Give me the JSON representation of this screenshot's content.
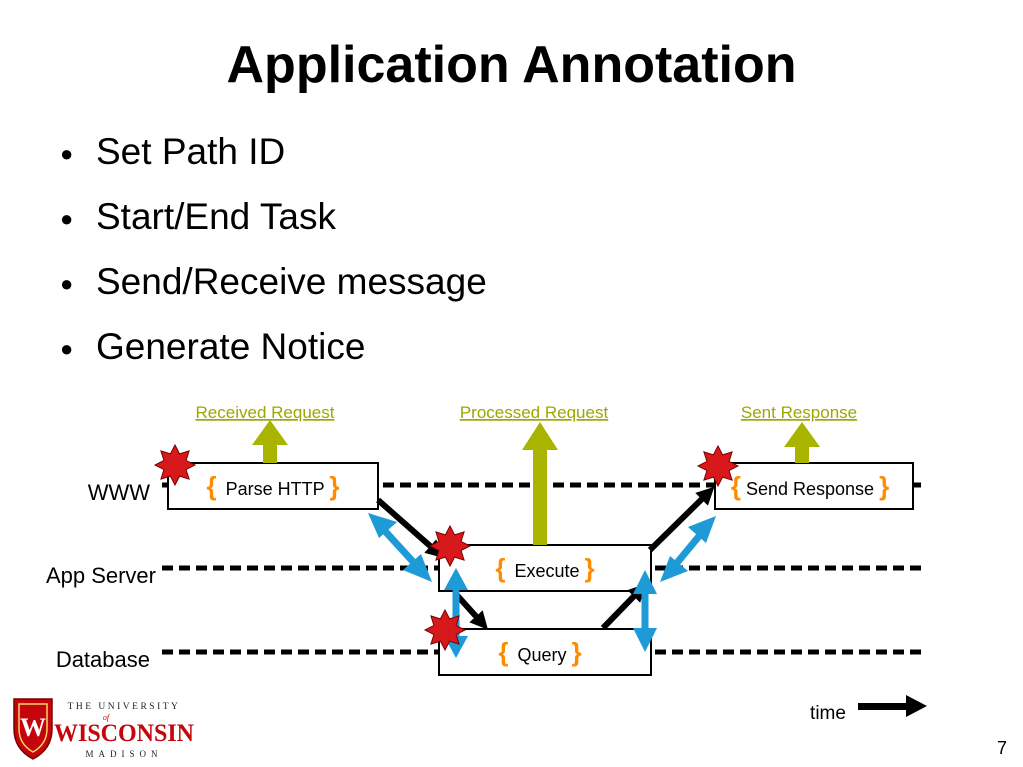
{
  "slide": {
    "title": "Application Annotation",
    "bullets": [
      "Set Path ID",
      "Start/End Task",
      "Send/Receive message",
      "Generate Notice"
    ],
    "page_number": "7"
  },
  "diagram": {
    "lanes": {
      "www": "WWW",
      "app": "App Server",
      "db": "Database"
    },
    "notices": {
      "received": "Received Request",
      "processed": "Processed Request",
      "sent": "Sent Response"
    },
    "tasks": {
      "parse": "Parse HTTP",
      "execute": "Execute",
      "query": "Query",
      "send": "Send Response"
    },
    "brace_open": "{",
    "brace_close": "}",
    "time_label": "time"
  },
  "logo": {
    "line1": "THE UNIVERSITY",
    "of": "of",
    "line2": "WISCONSIN",
    "line3": "MADISON",
    "crest_letter": "W"
  },
  "colors": {
    "notice_arrow": "#a8b400",
    "notice_text": "#9aa800",
    "message_arrow": "#1e9ad6",
    "brace": "#ff8c00",
    "star": "#d7191c",
    "logo_red": "#c5050c"
  }
}
